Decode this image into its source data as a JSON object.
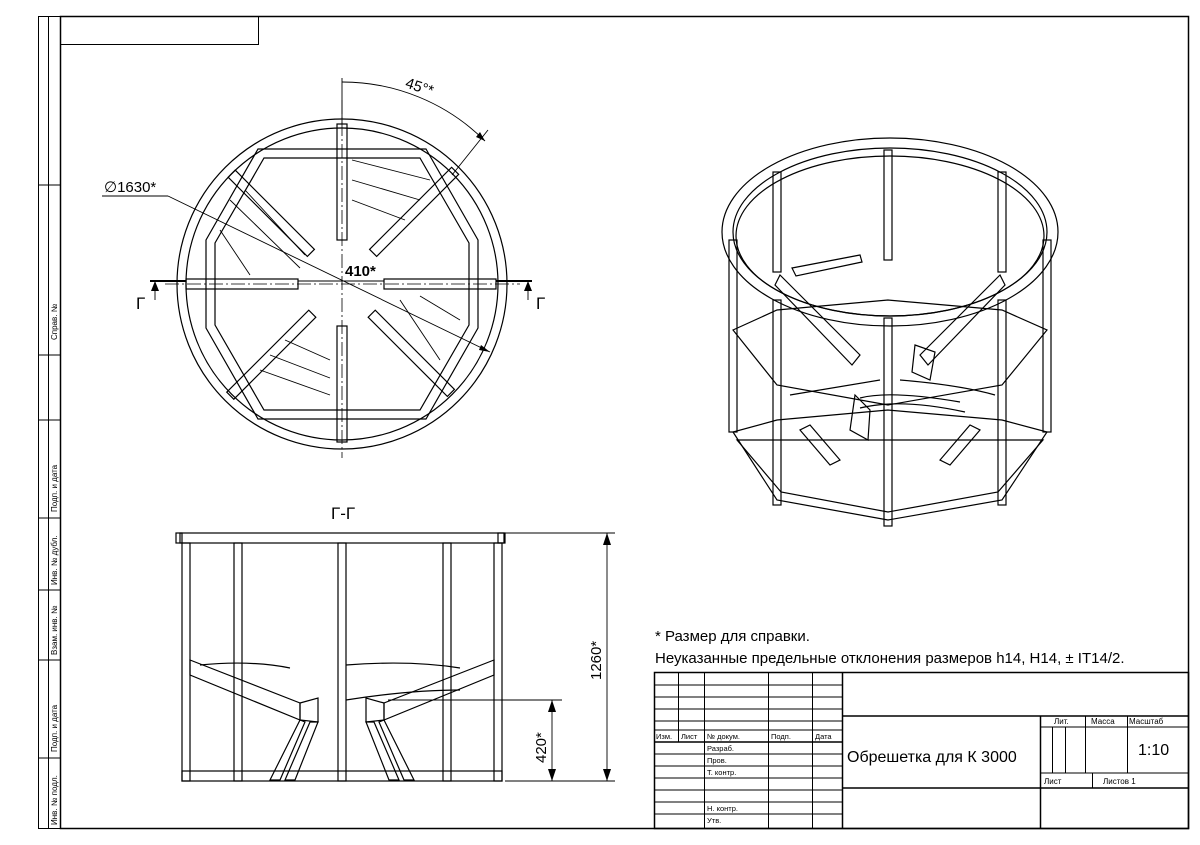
{
  "margin_stamps": {
    "sprav": "Справ. №",
    "podp_data_1": "Подп. и дата",
    "inv_dubl": "Инв. № дубл.",
    "vzam_inv": "Взам. инв. №",
    "podp_data_2": "Подп. и дата",
    "inv_podl": "Инв. № подл."
  },
  "top_view": {
    "angle_dim": "45°*",
    "diameter_dim": "∅1630*",
    "width_dim": "410*",
    "section_mark_left": "Г",
    "section_mark_right": "Г"
  },
  "section_view": {
    "title": "Г-Г",
    "height_dim": "1260*",
    "lower_dim": "420*"
  },
  "notes": {
    "ref_note": "* Размер для справки.",
    "tolerance_note": "Неуказанные предельные отклонения размеров h14, H14, ± IT14/2."
  },
  "title_block": {
    "col_izm": "Изм.",
    "col_list": "Лист",
    "col_docnum": "№ докум.",
    "col_podp": "Подп.",
    "col_data": "Дата",
    "row_razrab": "Разраб.",
    "row_prov": "Пров.",
    "row_tkontr": "Т. контр.",
    "row_nkontr": "Н. контр.",
    "row_utv": "Утв.",
    "drawing_name": "Обрешетка для К 3000",
    "lit_label": "Лит.",
    "massa_label": "Масса",
    "masshtab_label": "Масштаб",
    "scale_value": "1:10",
    "sheet_label": "Лист",
    "sheets_label": "Листов 1"
  }
}
